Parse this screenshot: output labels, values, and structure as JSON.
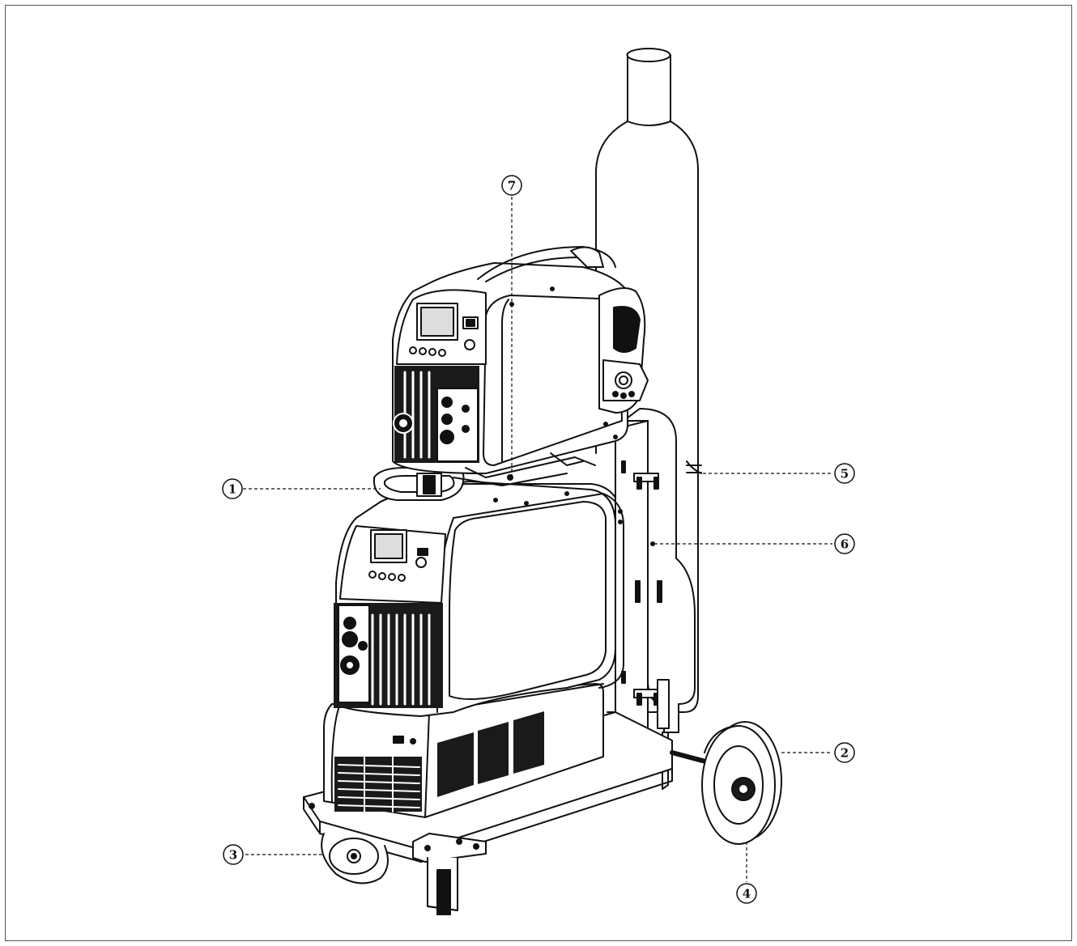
{
  "diagram": {
    "callouts": [
      {
        "id": "1",
        "label": "1"
      },
      {
        "id": "2",
        "label": "2"
      },
      {
        "id": "3",
        "label": "3"
      },
      {
        "id": "4",
        "label": "4"
      },
      {
        "id": "5",
        "label": "5"
      },
      {
        "id": "6",
        "label": "6"
      },
      {
        "id": "7",
        "label": "7"
      }
    ],
    "colors": {
      "line": "#111111",
      "fill": "#ffffff",
      "dark": "#1a1a1a",
      "mid": "#9a9a9a"
    }
  }
}
